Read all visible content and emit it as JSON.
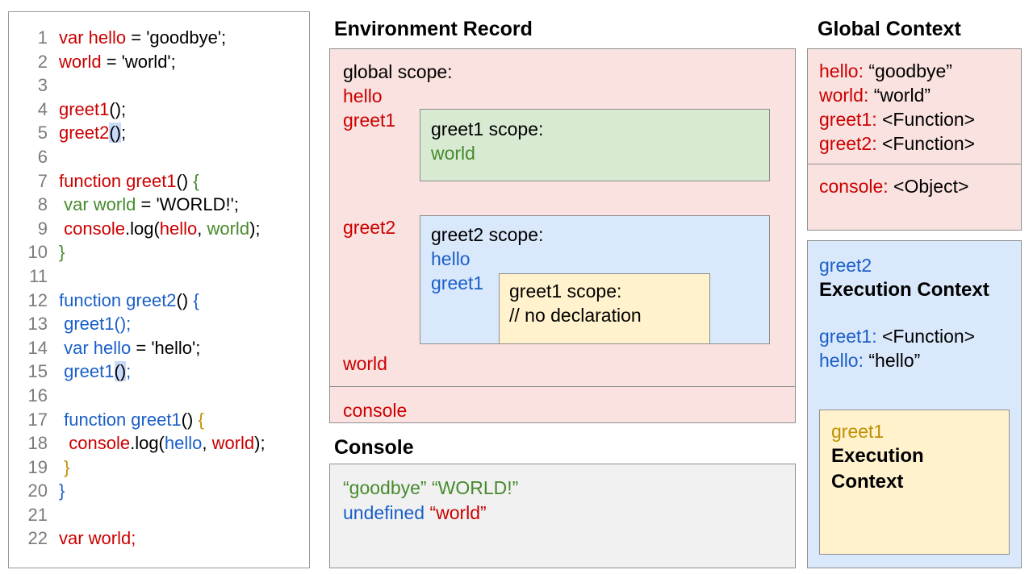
{
  "colors": {
    "red_text": "#cc0000",
    "green_text": "#468a2d",
    "blue_text": "#1a5fc8",
    "orange_text": "#bf9000",
    "pink_bg": "#f9e2e0",
    "green_bg": "#d9ead3",
    "blue_bg": "#dae8fc",
    "yellow_bg": "#fff2cc",
    "console_bg": "#f1f1f1",
    "paren_highlight": "#c9daf8"
  },
  "code_panel": {
    "lines": [
      {
        "n": "1",
        "tokens": [
          {
            "t": "var hello",
            "c": "red"
          },
          {
            "t": " = 'goodbye';",
            "c": "black"
          }
        ]
      },
      {
        "n": "2",
        "tokens": [
          {
            "t": "world",
            "c": "red"
          },
          {
            "t": " = 'world';",
            "c": "black"
          }
        ]
      },
      {
        "n": "3",
        "tokens": []
      },
      {
        "n": "4",
        "tokens": [
          {
            "t": "greet1",
            "c": "red"
          },
          {
            "t": "();",
            "c": "black"
          }
        ]
      },
      {
        "n": "5",
        "tokens": [
          {
            "t": "greet2",
            "c": "red"
          },
          {
            "t": "()",
            "c": "black",
            "hl": true
          },
          {
            "t": ";",
            "c": "black"
          }
        ]
      },
      {
        "n": "6",
        "tokens": []
      },
      {
        "n": "7",
        "tokens": [
          {
            "t": "function greet1",
            "c": "red"
          },
          {
            "t": "() ",
            "c": "black"
          },
          {
            "t": "{",
            "c": "green"
          }
        ]
      },
      {
        "n": "8",
        "tokens": [
          {
            "t": " ",
            "c": "black"
          },
          {
            "t": "var world",
            "c": "green"
          },
          {
            "t": " = 'WORLD!';",
            "c": "black"
          }
        ]
      },
      {
        "n": "9",
        "tokens": [
          {
            "t": " ",
            "c": "black"
          },
          {
            "t": "console",
            "c": "red"
          },
          {
            "t": ".log(",
            "c": "black"
          },
          {
            "t": "hello",
            "c": "red"
          },
          {
            "t": ", ",
            "c": "black"
          },
          {
            "t": "world",
            "c": "green"
          },
          {
            "t": ");",
            "c": "black"
          }
        ]
      },
      {
        "n": "10",
        "tokens": [
          {
            "t": "}",
            "c": "green"
          }
        ]
      },
      {
        "n": "11",
        "tokens": []
      },
      {
        "n": "12",
        "tokens": [
          {
            "t": "function greet2",
            "c": "blue"
          },
          {
            "t": "() ",
            "c": "black"
          },
          {
            "t": "{",
            "c": "blue"
          }
        ]
      },
      {
        "n": "13",
        "tokens": [
          {
            "t": " greet1();",
            "c": "blue"
          }
        ]
      },
      {
        "n": "14",
        "tokens": [
          {
            "t": " ",
            "c": "black"
          },
          {
            "t": "var hello",
            "c": "blue"
          },
          {
            "t": " = 'hello';",
            "c": "black"
          }
        ]
      },
      {
        "n": "15",
        "tokens": [
          {
            "t": " ",
            "c": "black"
          },
          {
            "t": "greet1",
            "c": "blue"
          },
          {
            "t": "()",
            "c": "black",
            "hl": true
          },
          {
            "t": ";",
            "c": "blue"
          }
        ]
      },
      {
        "n": "16",
        "tokens": []
      },
      {
        "n": "17",
        "tokens": [
          {
            "t": " ",
            "c": "black"
          },
          {
            "t": "function greet1",
            "c": "blue"
          },
          {
            "t": "() ",
            "c": "black"
          },
          {
            "t": "{",
            "c": "orange"
          }
        ]
      },
      {
        "n": "18",
        "tokens": [
          {
            "t": "  ",
            "c": "black"
          },
          {
            "t": "console",
            "c": "red"
          },
          {
            "t": ".log(",
            "c": "black"
          },
          {
            "t": "hello",
            "c": "blue"
          },
          {
            "t": ", ",
            "c": "black"
          },
          {
            "t": "world",
            "c": "red"
          },
          {
            "t": ");",
            "c": "black"
          }
        ]
      },
      {
        "n": "19",
        "tokens": [
          {
            "t": " }",
            "c": "orange"
          }
        ]
      },
      {
        "n": "20",
        "tokens": [
          {
            "t": "}",
            "c": "blue"
          }
        ]
      },
      {
        "n": "21",
        "tokens": []
      },
      {
        "n": "22",
        "tokens": [
          {
            "t": "var world;",
            "c": "red"
          }
        ]
      }
    ]
  },
  "environment_record": {
    "title": "Environment Record",
    "global_scope_label": "global scope:",
    "var_hello": "hello",
    "var_greet1": "greet1",
    "greet1_scope": {
      "title": "greet1 scope:",
      "var_world": "world"
    },
    "var_greet2": "greet2",
    "greet2_scope": {
      "title": "greet2 scope:",
      "var_hello": "hello",
      "var_greet1": "greet1",
      "inner_greet1_scope": {
        "title": "greet1 scope:",
        "comment": "// no declaration"
      }
    },
    "var_world": "world",
    "var_console": "console"
  },
  "console_panel": {
    "title": "Console",
    "line1": [
      {
        "t": "“goodbye”",
        "c": "green"
      },
      {
        "t": " ",
        "c": "black"
      },
      {
        "t": "“WORLD!”",
        "c": "green"
      }
    ],
    "line2": [
      {
        "t": "undefined",
        "c": "blue"
      },
      {
        "t": " ",
        "c": "black"
      },
      {
        "t": "“world”",
        "c": "red"
      }
    ]
  },
  "global_context": {
    "title": "Global Context",
    "entries": [
      {
        "label": "hello:",
        "label_c": "red",
        "value": " “goodbye”"
      },
      {
        "label": "world:",
        "label_c": "red",
        "value": " “world”"
      },
      {
        "label": "greet1:",
        "label_c": "red",
        "value": " <Function>"
      },
      {
        "label": "greet2:",
        "label_c": "red",
        "value": " <Function>"
      }
    ],
    "console_entries": [
      {
        "label": "console:",
        "label_c": "red",
        "value": " <Object>"
      }
    ]
  },
  "greet2_execution_context": {
    "name": "greet2",
    "title": "Execution Context",
    "entries": [
      {
        "label": "greet1:",
        "label_c": "blue",
        "value": " <Function>"
      },
      {
        "label": "hello:",
        "label_c": "blue",
        "value": " “hello”"
      }
    ],
    "greet1_execution_context": {
      "name": "greet1",
      "title": "Execution Context"
    }
  }
}
